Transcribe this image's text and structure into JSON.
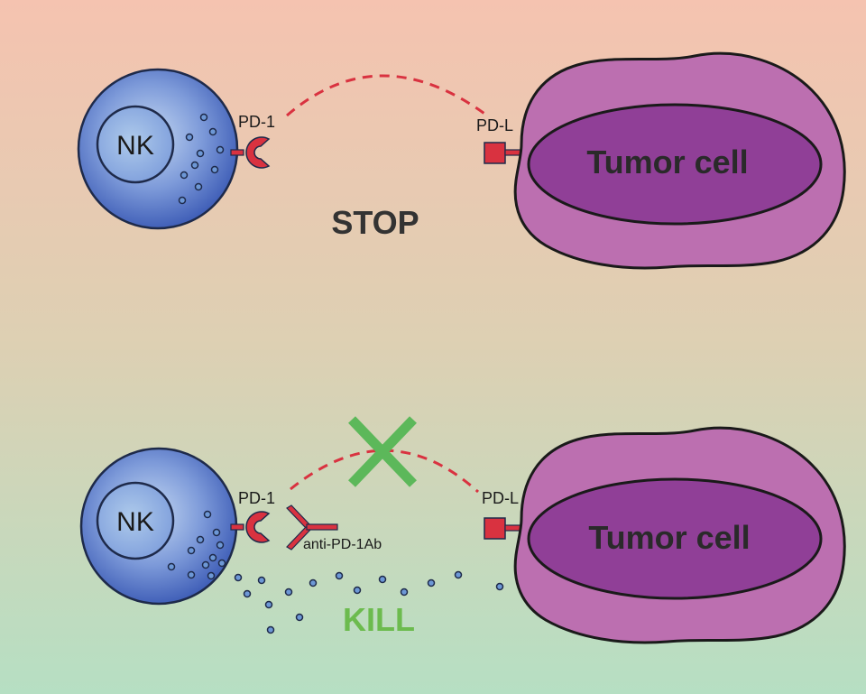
{
  "top_panel": {
    "nk_label": "NK",
    "receptor_label": "PD-1",
    "ligand_label": "PD-L",
    "tumor_label": "Tumor cell",
    "status_label": "STOP"
  },
  "bottom_panel": {
    "nk_label": "NK",
    "receptor_label": "PD-1",
    "ligand_label": "PD-L",
    "antibody_label": "anti-PD-1Ab",
    "tumor_label": "Tumor cell",
    "status_label": "KILL"
  },
  "colors": {
    "background_top": "#f5c3b0",
    "background_bottom": "#b6dfc3",
    "nk_center": "#a9c6ea",
    "nk_edge": "#3d5cb6",
    "tumor_outer": "#bc6fb0",
    "tumor_nucleus": "#903f97",
    "receptor_red": "#d93240",
    "stop_text": "#333333",
    "kill_text": "#6cbb4e",
    "block_x": "#5cb85a",
    "granule": "#6d98d6"
  }
}
